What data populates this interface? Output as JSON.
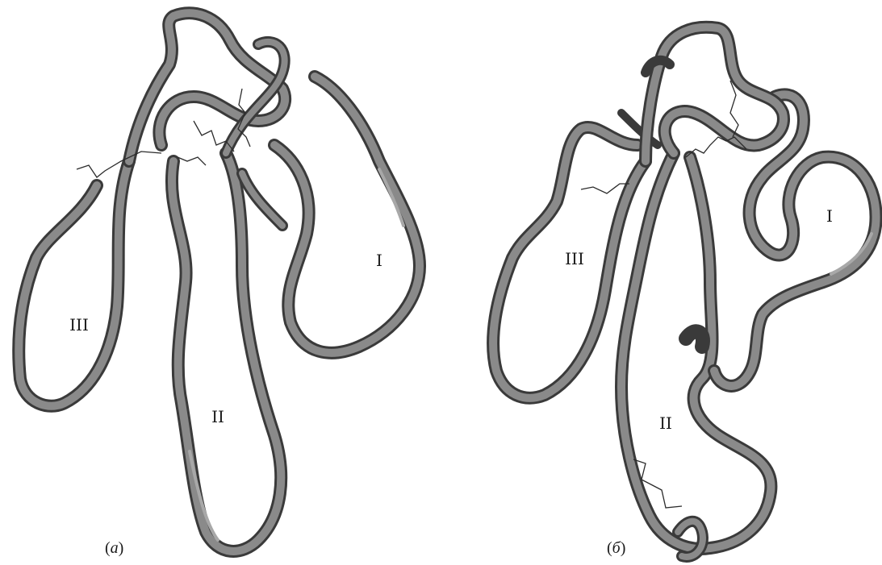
{
  "panels": [
    {
      "id": "a",
      "label_prefix": "(",
      "label_letter": "a",
      "label_suffix": ")",
      "loops": [
        "I",
        "II",
        "III"
      ]
    },
    {
      "id": "b",
      "label_prefix": "(",
      "label_letter": "б",
      "label_suffix": ")",
      "loops": [
        "I",
        "II",
        "III"
      ]
    }
  ],
  "colors": {
    "ribbon": "#8a8a8a",
    "ribbon_edge": "#3a3a3a",
    "background": "#ffffff"
  }
}
